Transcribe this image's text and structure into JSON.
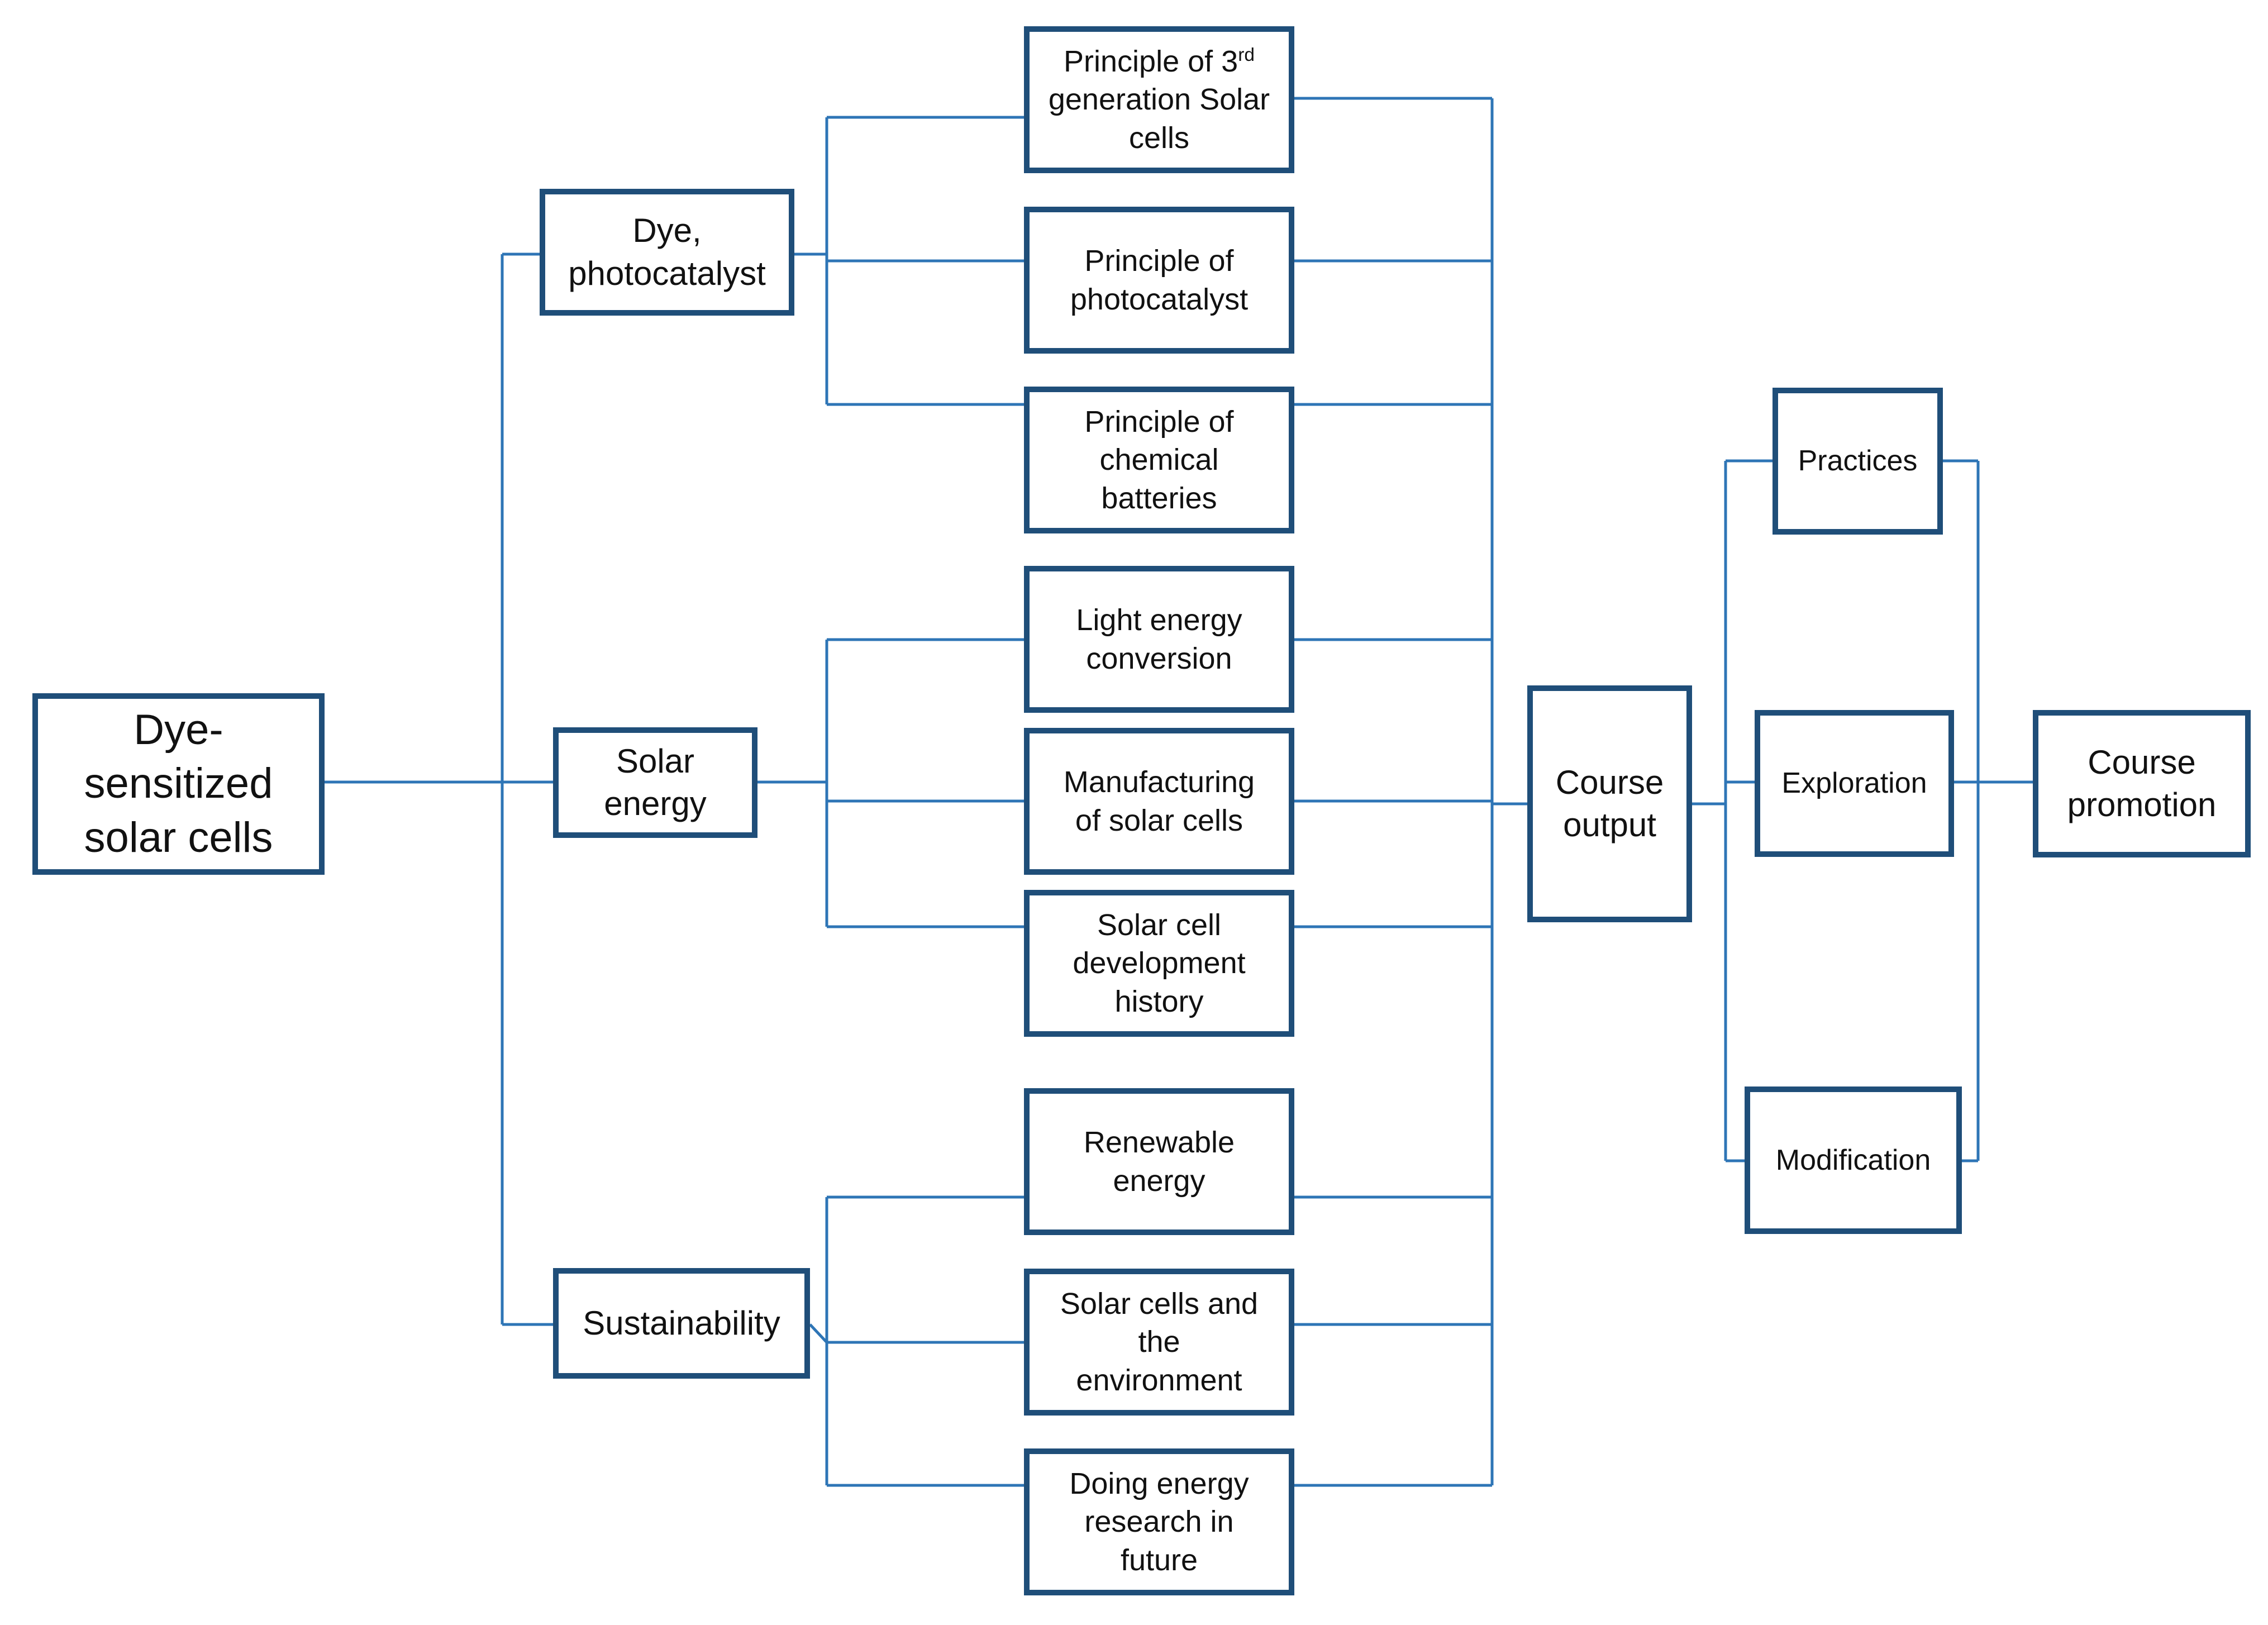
{
  "diagram": {
    "root": "Dye-\nsensitized\nsolar cells",
    "themes": {
      "dye": "Dye,\nphotocatalyst",
      "solar": "Solar\nenergy",
      "sustainability": "Sustainability"
    },
    "topics": {
      "third_gen_a": "Principle of 3",
      "third_gen_sup": "rd",
      "third_gen_b": "generation Solar\ncells",
      "photocatalyst": "Principle of\nphotocatalyst",
      "chemical_batteries": "Principle of\nchemical\nbatteries",
      "light_conversion": "Light energy\nconversion",
      "manufacturing": "Manufacturing\nof solar cells",
      "development_history": "Solar cell\ndevelopment\nhistory",
      "renewable": "Renewable\nenergy",
      "environment": "Solar cells and\nthe\nenvironment",
      "future_research": "Doing energy\nresearch  in\nfuture"
    },
    "course_output": "Course\noutput",
    "activities": {
      "practices": "Practices",
      "exploration": "Exploration",
      "modification": "Modification"
    },
    "course_promotion": "Course\npromotion",
    "colors": {
      "box_border": "#1f4e79",
      "connector": "#2e75b6"
    }
  }
}
